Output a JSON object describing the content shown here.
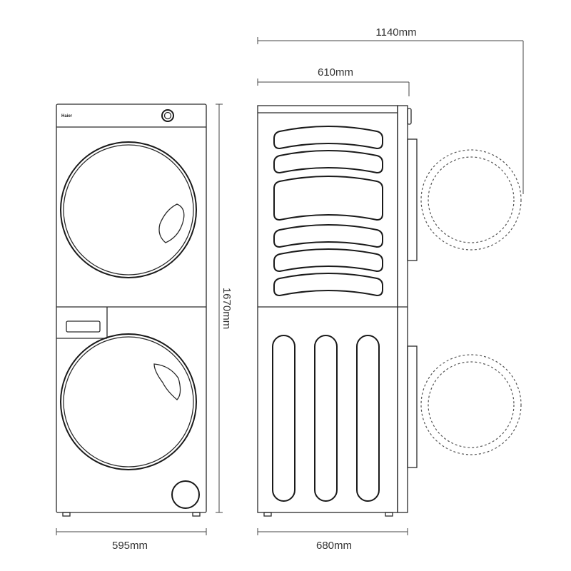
{
  "brand": "Haier",
  "dimensions": {
    "total_depth": "1140mm",
    "body_depth": "610mm",
    "height": "1670mm",
    "front_width": "595mm",
    "side_depth": "680mm"
  }
}
